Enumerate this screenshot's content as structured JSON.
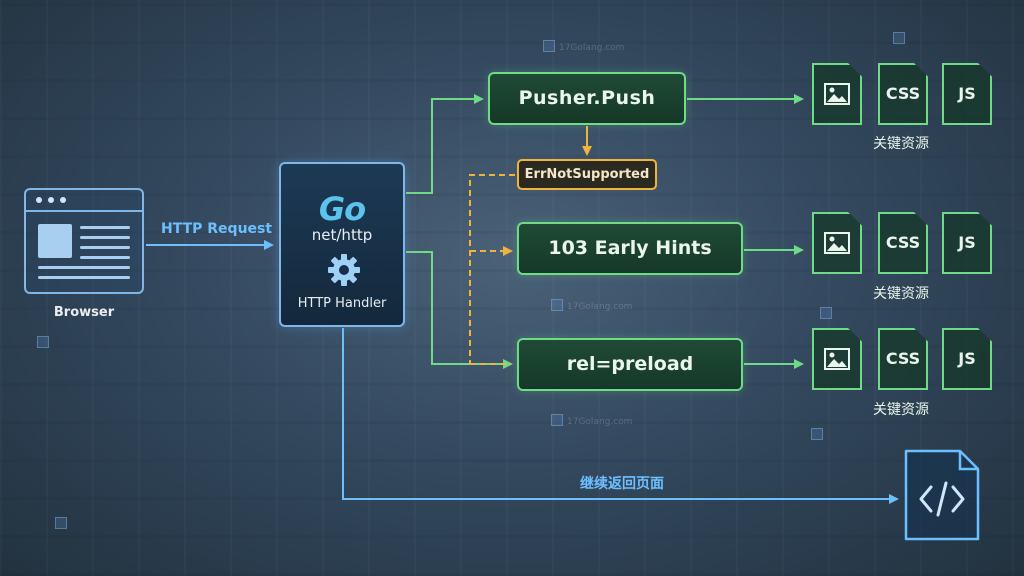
{
  "browser": {
    "label": "Browser",
    "icon": "browser-window-icon"
  },
  "request_edge": {
    "label": "HTTP Request"
  },
  "handler": {
    "logo_text": "Go",
    "package": "net/http",
    "label": "HTTP Handler",
    "icon": "gear-icon"
  },
  "branches": {
    "pusher": {
      "label": "Pusher.Push"
    },
    "error": {
      "label": "ErrNotSupported"
    },
    "early_hints": {
      "label": "103 Early Hints"
    },
    "preload": {
      "label": "rel=preload"
    }
  },
  "resources": {
    "css_label": "CSS",
    "js_label": "JS",
    "group_label": "关键资源",
    "icons": [
      "image-file-icon",
      "css-file-icon",
      "js-file-icon"
    ]
  },
  "response_edge": {
    "label": "继续返回页面",
    "icon": "code-file-icon"
  },
  "watermark": {
    "text": "17Golang.com"
  },
  "colors": {
    "blue": "#6cc0ff",
    "green": "#6fdb86",
    "amber": "#f0b43c"
  }
}
